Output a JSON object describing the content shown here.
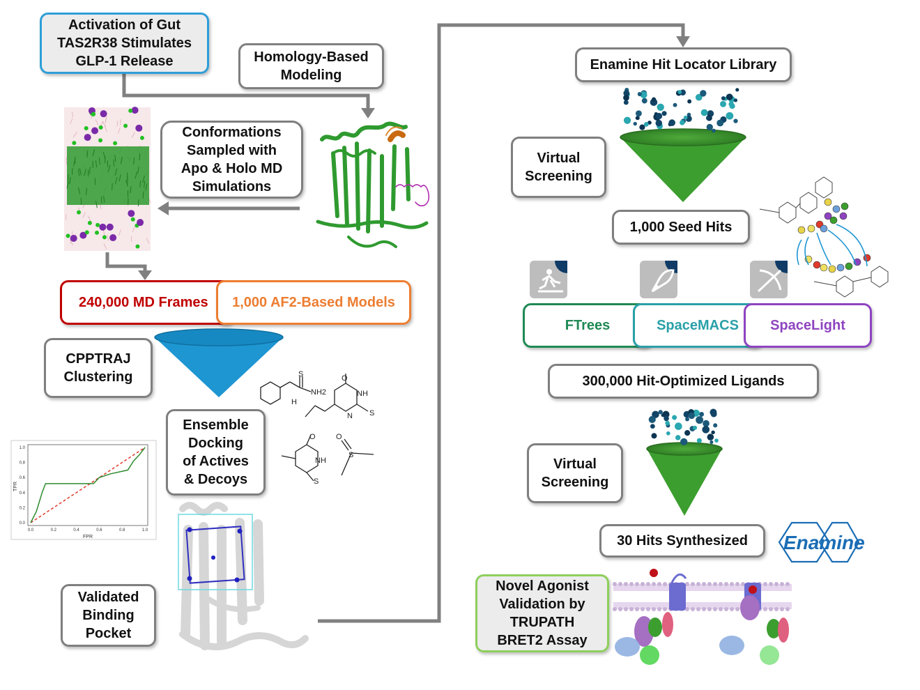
{
  "boxes": {
    "activation": "Activation of Gut\nTAS2R38 Stimulates\nGLP-1 Release",
    "homology": "Homology-Based\nModeling",
    "conformations": "Conformations\nSampled with\nApo & Holo MD\nSimulations",
    "md_frames": "240,000 MD Frames",
    "af2_models": "1,000 AF2-Based Models",
    "cpptraj": "CPPTRAJ\nClustering",
    "ensemble_docking": "Ensemble\nDocking\nof Actives\n& Decoys",
    "validated_pocket": "Validated\nBinding\nPocket",
    "enamine_library": "Enamine Hit Locator Library",
    "virtual_screening_1": "Virtual\nScreening",
    "seed_hits": "1,000 Seed Hits",
    "ftrees": "FTrees",
    "spacemacs": "SpaceMACS",
    "spacelight": "SpaceLight",
    "hit_optimized": "300,000 Hit-Optimized Ligands",
    "virtual_screening_2": "Virtual\nScreening",
    "hits_synthesized": "30 Hits Synthesized",
    "validation": "Novel Agonist\nValidation by\nTRUPATH\nBRET2 Assay"
  },
  "logo": {
    "text": "Enamine"
  },
  "roc_plot": {
    "xlabel": "FPR",
    "ylabel": "TPR",
    "ticks": [
      "0.0",
      "0.2",
      "0.4",
      "0.6",
      "0.8",
      "1.0"
    ]
  },
  "molecules": {
    "thiourea_nh2": "NH2",
    "nh_label": "NH",
    "h_label": "H",
    "n_label": "N",
    "s_label": "S",
    "o_label": "O"
  },
  "chart_data": {
    "type": "line",
    "title": "",
    "xlabel": "FPR",
    "ylabel": "TPR",
    "xlim": [
      0,
      1
    ],
    "ylim": [
      0,
      1
    ],
    "series": [
      {
        "values": [
          [
            0,
            0
          ],
          [
            0.05,
            0.15
          ],
          [
            0.08,
            0.3
          ],
          [
            0.1,
            0.4
          ],
          [
            0.13,
            0.52
          ],
          [
            0.55,
            0.52
          ],
          [
            0.6,
            0.6
          ],
          [
            0.7,
            0.65
          ],
          [
            0.85,
            0.7
          ],
          [
            0.9,
            0.82
          ],
          [
            0.95,
            0.9
          ],
          [
            1.0,
            1.0
          ]
        ]
      },
      {
        "values": [
          [
            0,
            0
          ],
          [
            1,
            1
          ]
        ]
      }
    ]
  },
  "colors": {
    "arrow": "#808080",
    "md_frames": "#c00000",
    "af2": "#ed7d31",
    "ftrees": "#1f8a55",
    "spacemacs": "#2aa0a8",
    "spacelight": "#8e44c0",
    "funnel_green": "#3c9e2f",
    "funnel_blue": "#1e96d2",
    "activation_border": "#2e9ed8",
    "validation_border": "#8ecf5c",
    "enamine_blue": "#1a6db5"
  }
}
